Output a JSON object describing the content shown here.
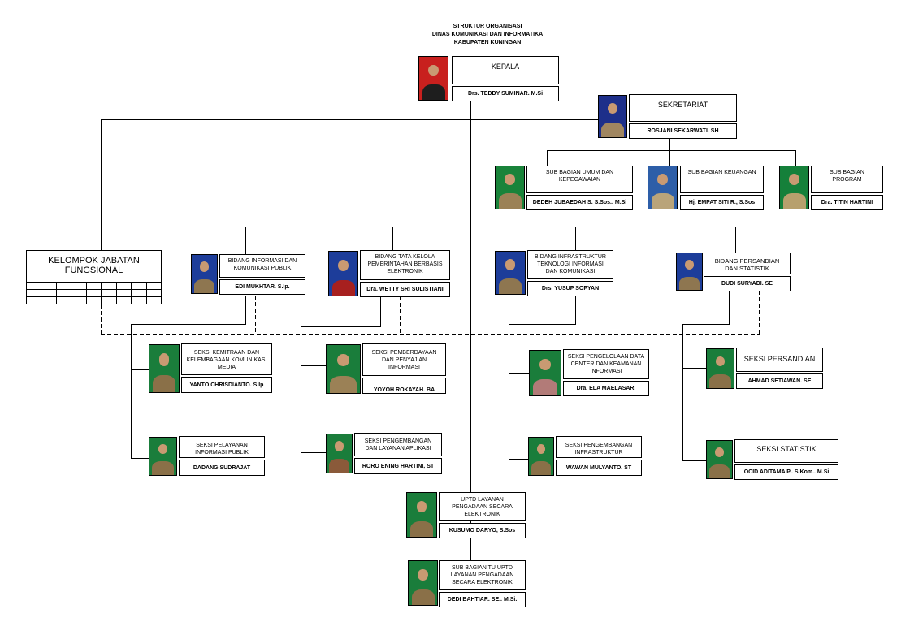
{
  "title": {
    "line1": "STRUKTUR ORGANISASI",
    "line2": "DINAS KOMUNIKASI DAN INFORMATIKA",
    "line3": "KABUPATEN KUNINGAN"
  },
  "units": [
    {
      "id": "kepala",
      "position": "KEPALA",
      "name": "Drs. TEDDY SUMINAR. M.Si",
      "bg": "#c8201e",
      "shirt": "#1e1e1e"
    },
    {
      "id": "sekretariat",
      "position": "SEKRETARIAT",
      "name": "ROSJANI SEKARWATI. SH",
      "bg": "#1d2f8a",
      "shirt": "#a08660"
    },
    {
      "id": "subbag-umum",
      "position": "SUB BAGIAN UMUM DAN KEPEGAWAIAN",
      "name": "DEDEH JUBAEDAH S. S.Sos.. M.Si",
      "bg": "#19833a",
      "shirt": "#9b8156"
    },
    {
      "id": "subbag-keuangan",
      "position": "SUB BAGIAN KEUANGAN",
      "name": "Hj. EMPAT SITI R., S.Sos",
      "bg": "#2d5ea8",
      "shirt": "#b9a47a"
    },
    {
      "id": "subbag-program",
      "position": "SUB BAGIAN PROGRAM",
      "name": "Dra. TITIN HARTINI",
      "bg": "#15803a",
      "shirt": "#b7a06d"
    },
    {
      "id": "bidang-ikp",
      "position": "BIDANG INFORMASI DAN KOMUNIKASI PUBLIK",
      "name": "EDI MUKHTAR. S.Ip.",
      "bg": "#1d3d9a",
      "shirt": "#8e7650"
    },
    {
      "id": "bidang-tkpbe",
      "position": "BIDANG TATA KELOLA PEMERINTAHAN BERBASIS ELEKTRONIK",
      "name": "Dra. WETTY SRI SULISTIANI",
      "bg": "#1d3d9a",
      "shirt": "#a7201f"
    },
    {
      "id": "bidang-iti",
      "position": "BIDANG INFRASTRUKTUR TEKNOLOGI INFORMASI DAN KOMUNIKASI",
      "name": "Drs. YUSUP SOPYAN",
      "bg": "#1d3d9a",
      "shirt": "#8e7650"
    },
    {
      "id": "bidang-persandian",
      "position": "BIDANG PERSANDIAN DAN STATISTIK",
      "name": "DUDI SURYADI. SE",
      "bg": "#1d3d9a",
      "shirt": "#8e7650"
    },
    {
      "id": "seksi-kemitraan",
      "position": "SEKSI KEMITRAAN DAN KELEMBAGAAN KOMUNIKASI MEDIA",
      "name": "YANTO CHRISDIANTO. S.Ip",
      "bg": "#1a7d3b",
      "shirt": "#8a7048"
    },
    {
      "id": "seksi-pelayanan",
      "position": "SEKSI PELAYANAN INFORMASI PUBLIK",
      "name": "DADANG SUDRAJAT",
      "bg": "#1a7d3b",
      "shirt": "#8a7048"
    },
    {
      "id": "seksi-pemberdayaan",
      "position": "SEKSI PEMBERDAYAAN DAN PENYAJIAN INFORMASI",
      "name": "YOYOH ROKAYAH. BA",
      "bg": "#1a7d3b",
      "shirt": "#9b8156"
    },
    {
      "id": "seksi-pengembangan-aplikasi",
      "position": "SEKSI PENGEMBANGAN DAN LAYANAN APLIKASI",
      "name": "RORO ENING HARTINI, ST",
      "bg": "#1a7d3b",
      "shirt": "#8a5a3a"
    },
    {
      "id": "seksi-data-center",
      "position": "SEKSI PENGELOLAAN DATA CENTER DAN KEAMANAN INFORMASI",
      "name": "Dra. ELA MAELASARI",
      "bg": "#1a7d3b",
      "shirt": "#b27b78"
    },
    {
      "id": "seksi-infrastruktur",
      "position": "SEKSI PENGEMBANGAN INFRASTRUKTUR",
      "name": "WAWAN MULYANTO. ST",
      "bg": "#1a7d3b",
      "shirt": "#8a7048"
    },
    {
      "id": "seksi-persandian",
      "position": "SEKSI PERSANDIAN",
      "name": "AHMAD SETIAWAN. SE",
      "bg": "#1a7d3b",
      "shirt": "#8a7048"
    },
    {
      "id": "seksi-statistik",
      "position": "SEKSI STATISTIK",
      "name": "OCID ADITAMA P.. S.Kom.. M.Si",
      "bg": "#1a7d3b",
      "shirt": "#8a7048"
    },
    {
      "id": "uptd",
      "position": "UPTD LAYANAN PENGADAAN SECARA ELEKTRONIK",
      "name": "KUSUMO DARYO, S.Sos",
      "bg": "#1a7d3b",
      "shirt": "#8a7048"
    },
    {
      "id": "subbag-tu-uptd",
      "position": "SUB BAGIAN TU UPTD LAYANAN PENGADAAN SECARA ELEKTRONIK",
      "name": "DEDI BAHTIAR. SE.. M.Si.",
      "bg": "#1a7d3b",
      "shirt": "#8a7048"
    }
  ],
  "kelompok": {
    "label": "KELOMPOK JABATAN FUNGSIONAL"
  }
}
